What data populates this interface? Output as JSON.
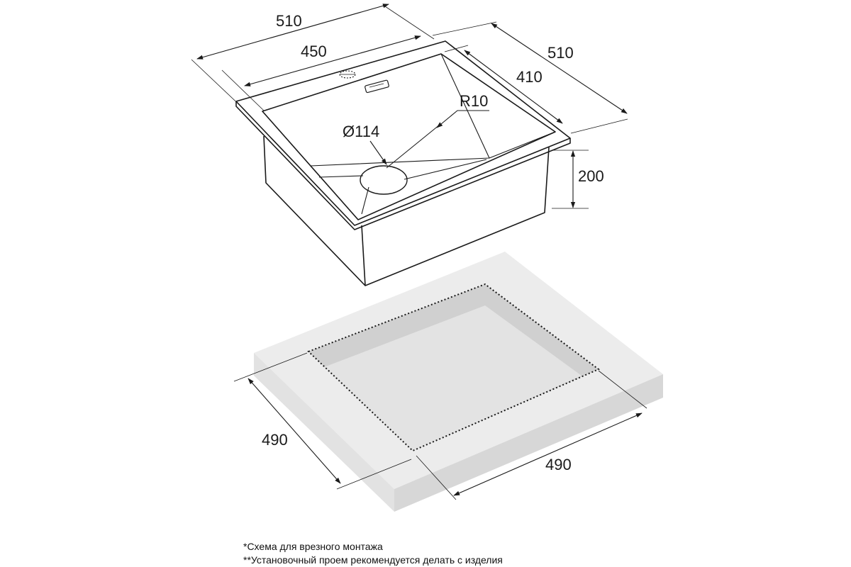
{
  "dimensions": {
    "sink_outer_width": "510",
    "sink_inner_width": "450",
    "sink_outer_depth": "510",
    "sink_inner_depth": "410",
    "corner_radius": "R10",
    "drain_diameter": "Ø114",
    "bowl_height": "200",
    "cutout_left": "490",
    "cutout_right": "490"
  },
  "notes": [
    "*Схема для врезного монтажа",
    "**Установочный проем рекомендуется делать с изделия"
  ],
  "colors": {
    "line": "#1a1a1a",
    "countertop_top": "#ececec",
    "countertop_side": "#dcdcdc",
    "cutout_wall": "#d2d2d2"
  }
}
